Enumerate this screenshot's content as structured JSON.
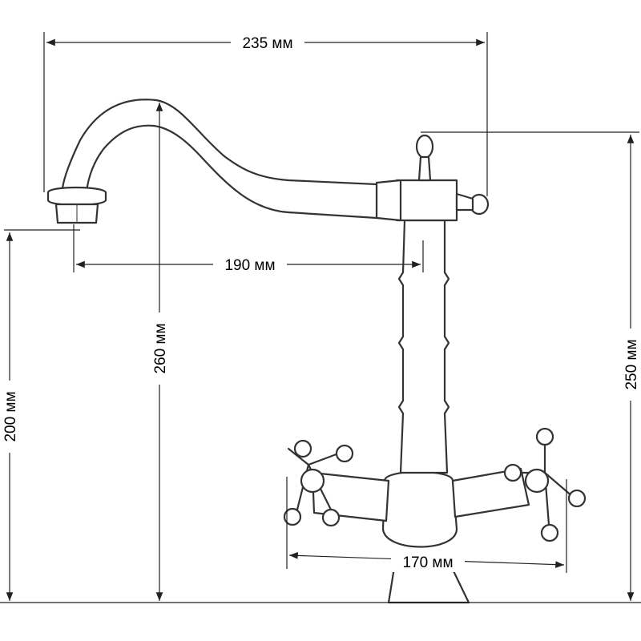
{
  "dimensions": {
    "width_total": "235 мм",
    "spout_reach": "190 мм",
    "spout_height": "260 мм",
    "outlet_height": "200 мм",
    "body_height": "250 мм",
    "handle_span": "170 мм"
  }
}
